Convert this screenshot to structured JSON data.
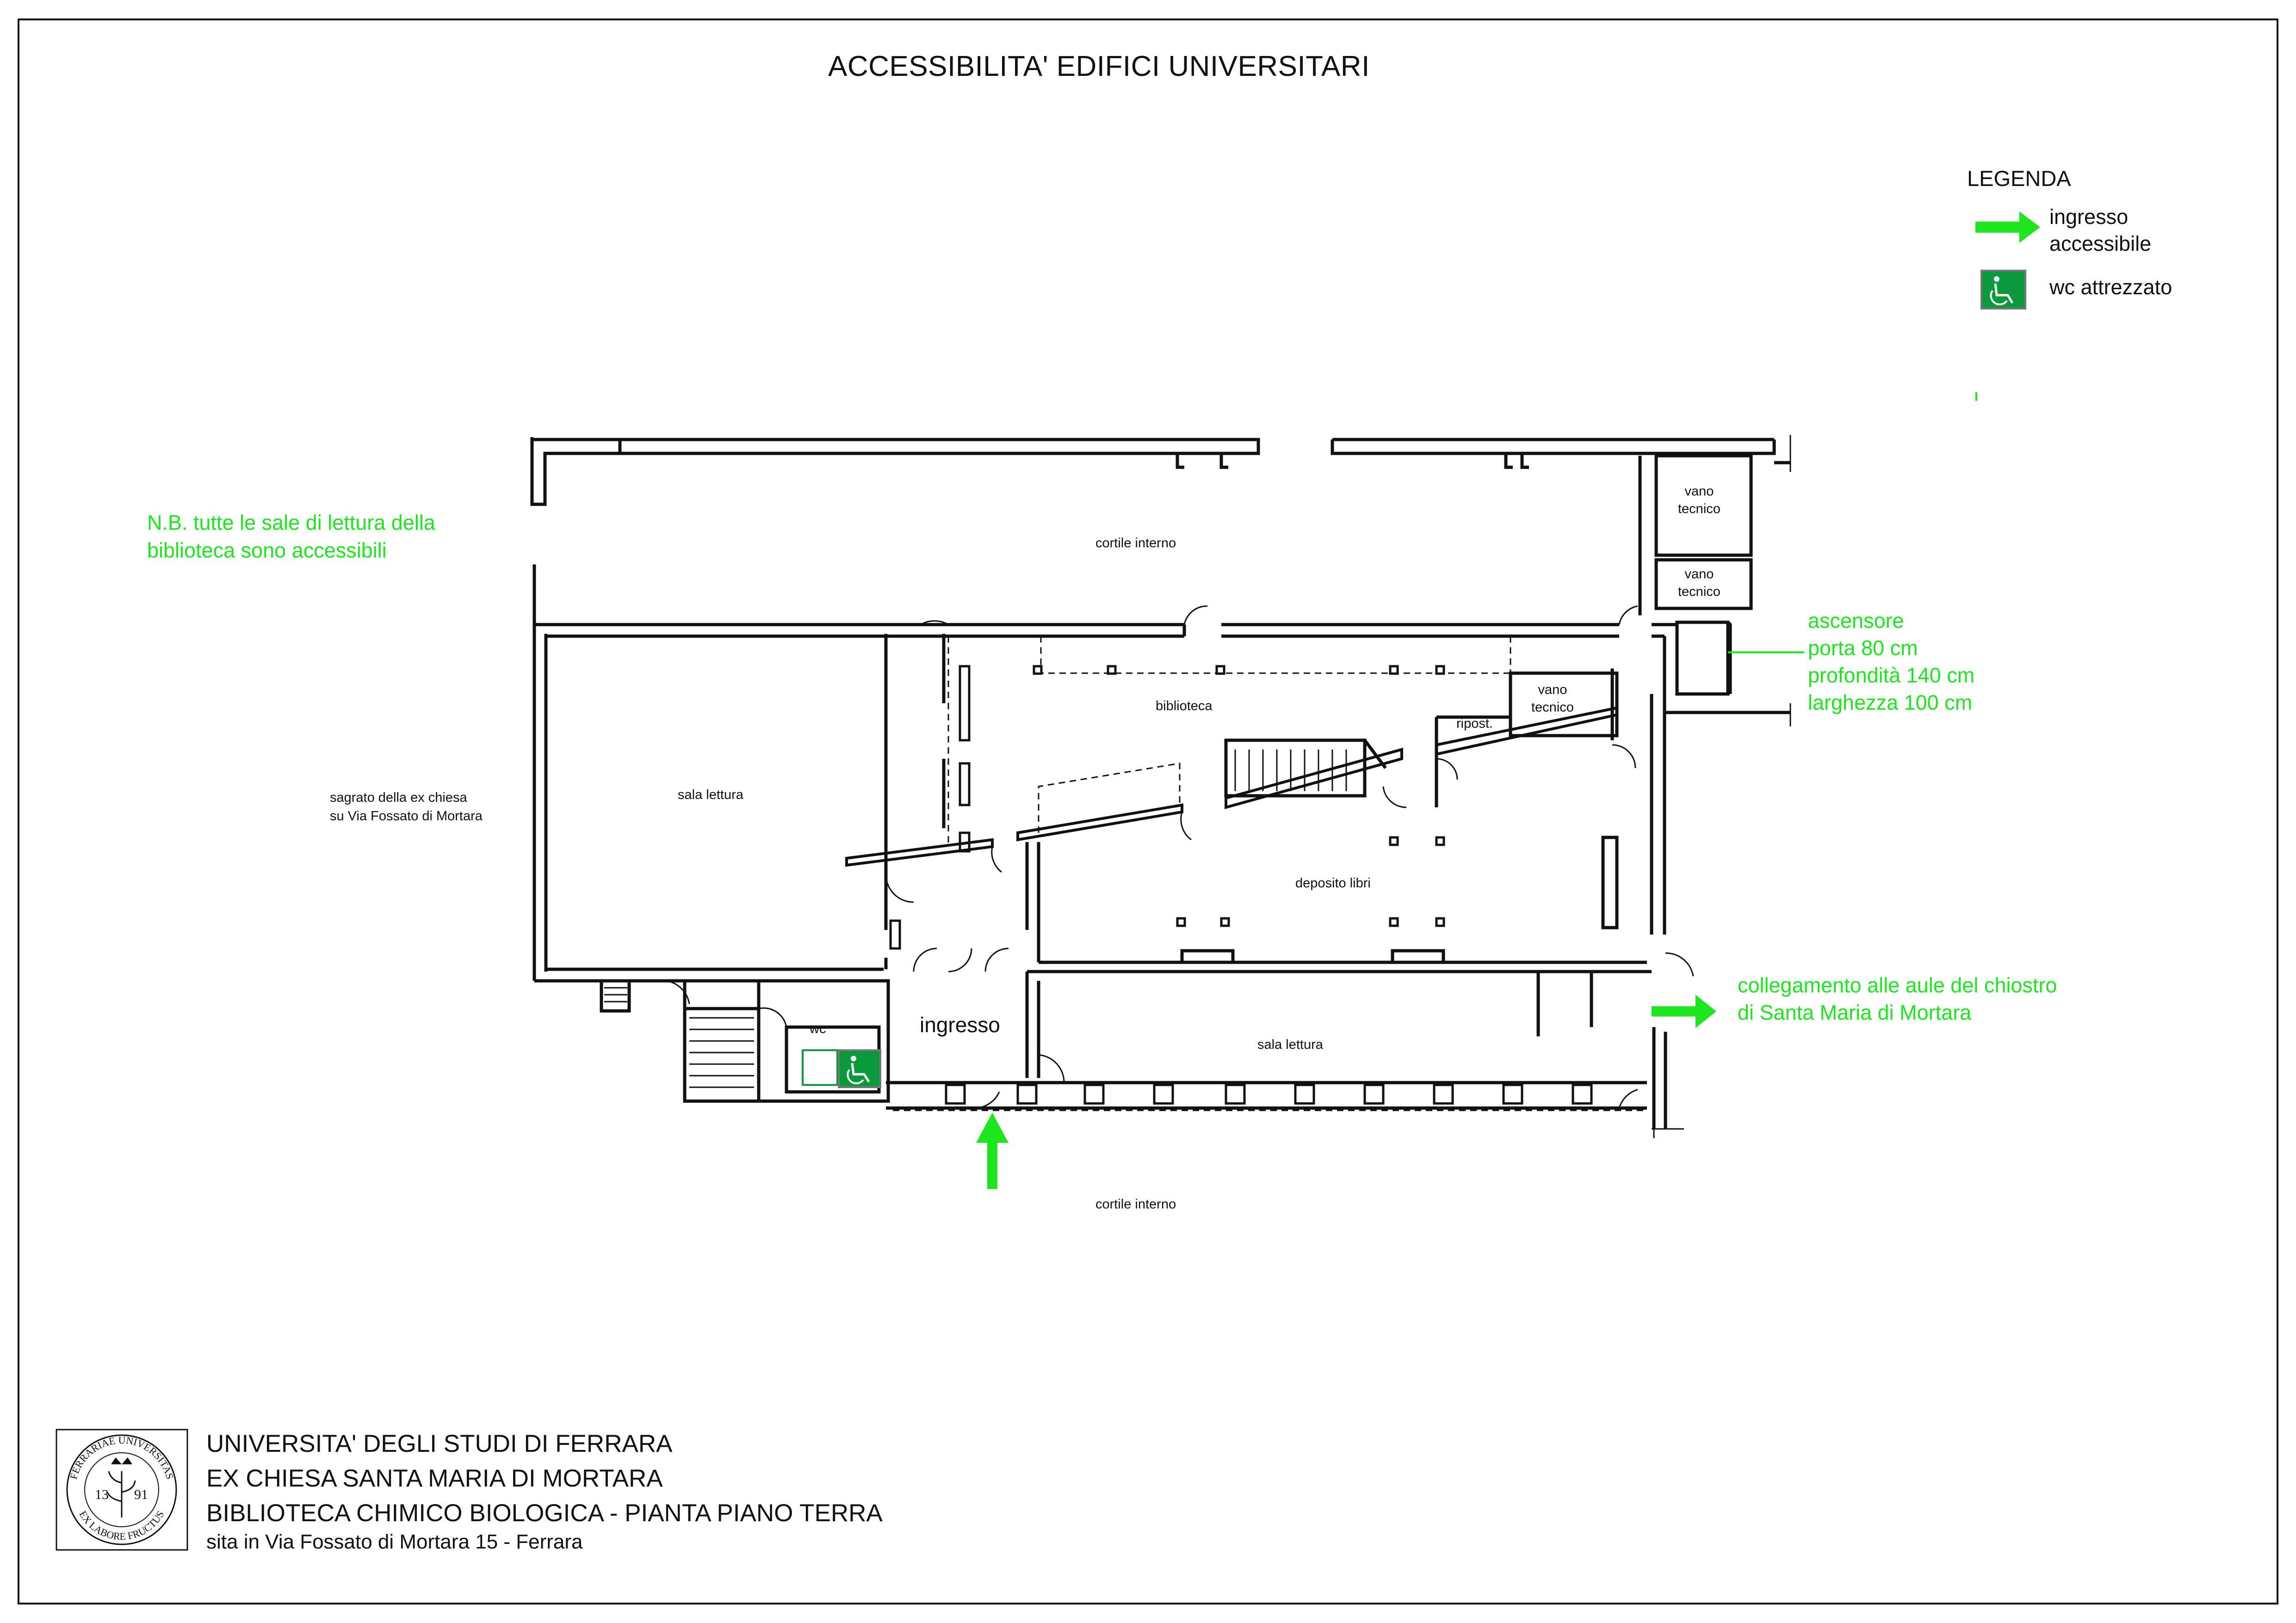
{
  "title": "ACCESSIBILITA' EDIFICI UNIVERSITARI",
  "legend": {
    "title": "LEGENDA",
    "entrance_label_line1": "ingresso",
    "entrance_label_line2": "accessibile",
    "wc_label": "wc attrezzato"
  },
  "notes": {
    "nb_line1": "N.B. tutte le sale di lettura della",
    "nb_line2": "biblioteca sono accessibili",
    "lift_line1": "ascensore",
    "lift_line2": "porta 80 cm",
    "lift_line3": "profondità 140 cm",
    "lift_line4": "larghezza 100 cm",
    "link_line1": "collegamento alle aule del chiostro",
    "link_line2": "di Santa Maria di Mortara"
  },
  "rooms": {
    "cortile_top": "cortile interno",
    "cortile_bottom": "cortile interno",
    "vano1_line1": "vano",
    "vano1_line2": "tecnico",
    "vano2_line1": "vano",
    "vano2_line2": "tecnico",
    "vano3_line1": "vano",
    "vano3_line2": "tecnico",
    "ripost": "ripost.",
    "biblioteca": "biblioteca",
    "sala_lettura_left": "sala lettura",
    "sala_lettura_bottom": "sala lettura",
    "deposito": "deposito libri",
    "ingresso": "ingresso",
    "wc": "wc",
    "sagrato_line1": "sagrato della ex chiesa",
    "sagrato_line2": "su Via Fossato di Mortara"
  },
  "footer": {
    "line1": "UNIVERSITA' DEGLI STUDI DI FERRARA",
    "line2": "EX CHIESA SANTA MARIA DI MORTARA",
    "line3": "BIBLIOTECA CHIMICO BIOLOGICA - PIANTA PIANO TERRA",
    "line4": "sita in Via Fossato di Mortara 15 - Ferrara"
  },
  "seal": {
    "ring_text_top": "FERRARIAE UNIVERSITAS",
    "ring_text_bottom": "EX LABORE FRUCTUS",
    "year_left": "13",
    "year_right": "91"
  },
  "colors": {
    "accent_green": "#1ee61e",
    "wc_green": "#0a9a3c",
    "line": "#111111"
  },
  "icons": {
    "entrance": "green-arrow-icon",
    "wc": "wheelchair-icon",
    "seal": "university-seal-icon"
  }
}
